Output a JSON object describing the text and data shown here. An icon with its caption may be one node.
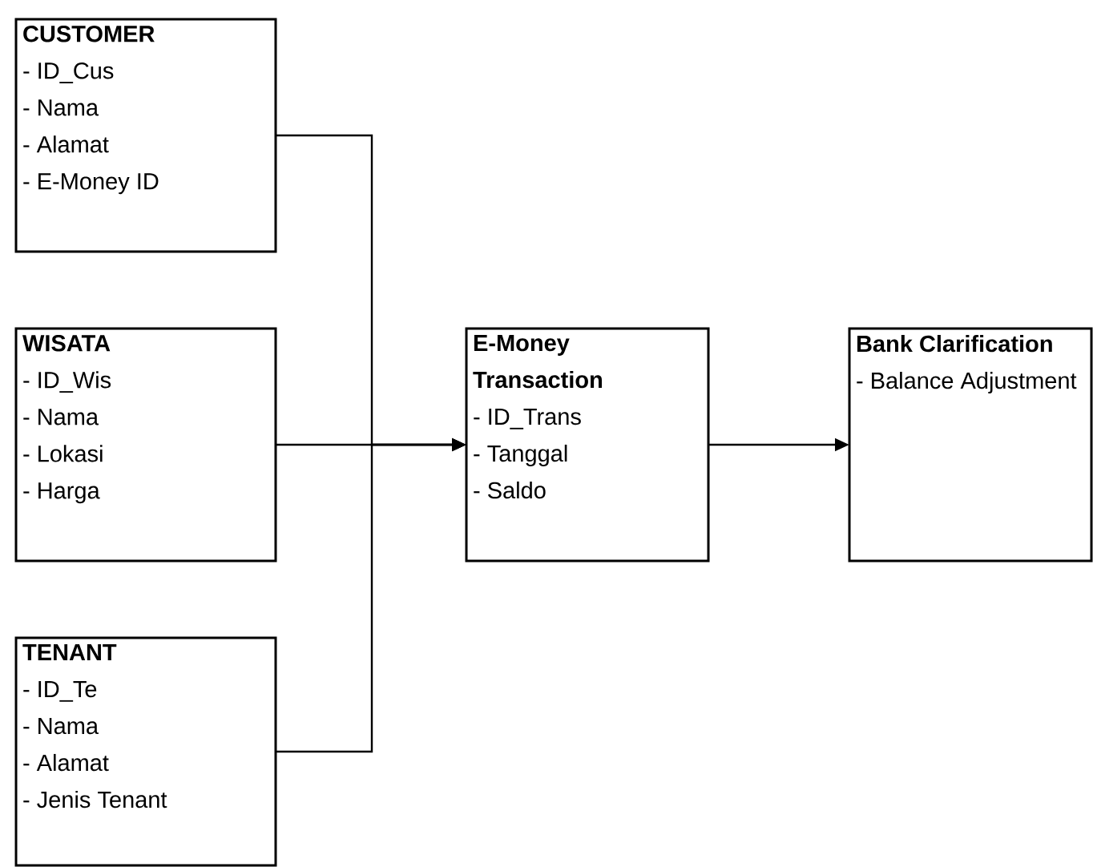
{
  "diagram": {
    "nodes": [
      {
        "text": [
          "CUSTOMER",
          "- ID_Cus",
          "- Nama",
          "- Alamat",
          "- E-Money ID"
        ]
      },
      {
        "text": [
          "WISATA",
          "- ID_Wis",
          "- Nama",
          "- Lokasi",
          "- Harga"
        ]
      },
      {
        "text": [
          "TENANT",
          "- ID_Te",
          "- Nama",
          "- Alamat",
          "- Jenis Tenant"
        ]
      },
      {
        "text": [
          "E-Money Transaction",
          "- ID_Trans",
          "- Tanggal",
          "- Saldo"
        ]
      },
      {
        "text": [
          "Bank Clarification",
          "- Balance Adjustment"
        ]
      }
    ],
    "edges": [
      {
        "from": 0,
        "to": 3,
        "arrow": "to"
      },
      {
        "from": 1,
        "to": 3,
        "arrow": "to"
      },
      {
        "from": 2,
        "to": 3,
        "arrow": "to"
      },
      {
        "from": 3,
        "to": 4,
        "arrow": "to"
      }
    ]
  }
}
